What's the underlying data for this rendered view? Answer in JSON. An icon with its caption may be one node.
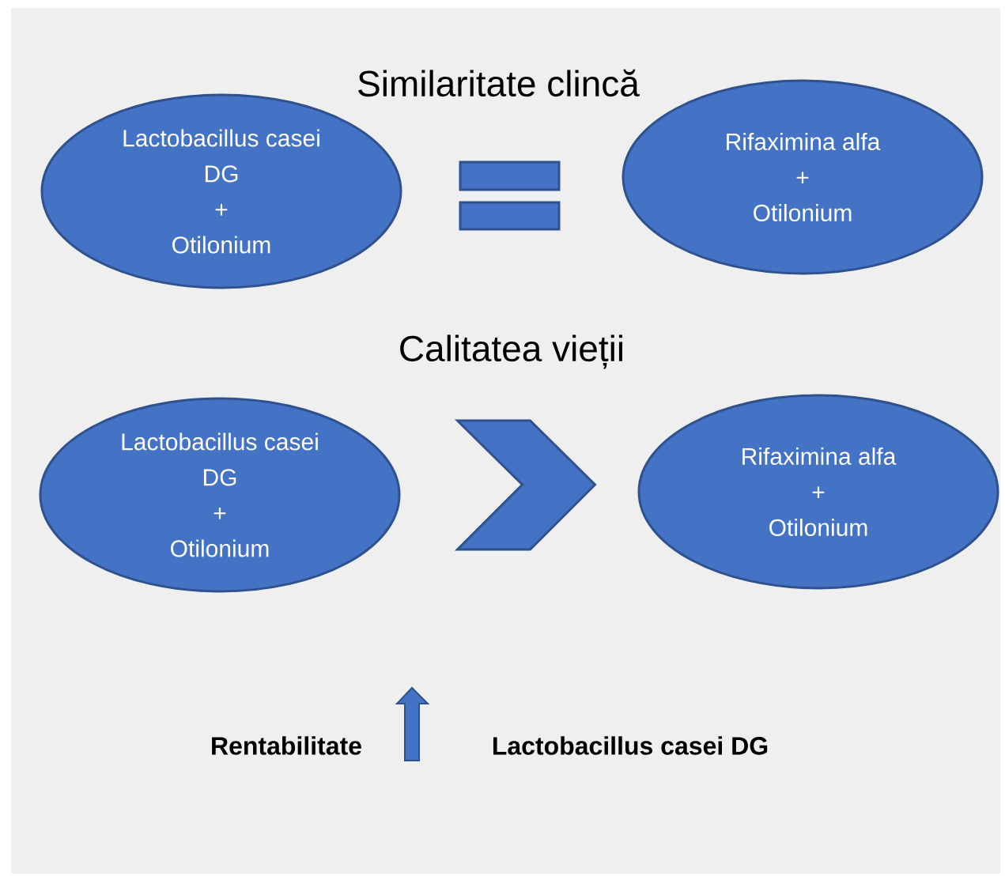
{
  "diagram": {
    "nodes": [
      {
        "text": [
          "Lactobacillus casei DG",
          "+",
          "Otilonium"
        ]
      },
      {
        "text": [
          "Rifaximina alfa",
          "+",
          "Otilonium"
        ]
      },
      {
        "text": [
          "Lactobacillus casei DG",
          "+",
          "Otilonium"
        ]
      },
      {
        "text": [
          "Rifaximina alfa",
          "+",
          "Otilonium"
        ]
      }
    ],
    "edges": [
      {
        "from": 2,
        "to": 3,
        "arrow": "to"
      }
    ],
    "labels": [
      "Similaritate clincă",
      "Calitatea vieții",
      "Rentabilitate",
      "Lactobacillus casei DG"
    ]
  }
}
